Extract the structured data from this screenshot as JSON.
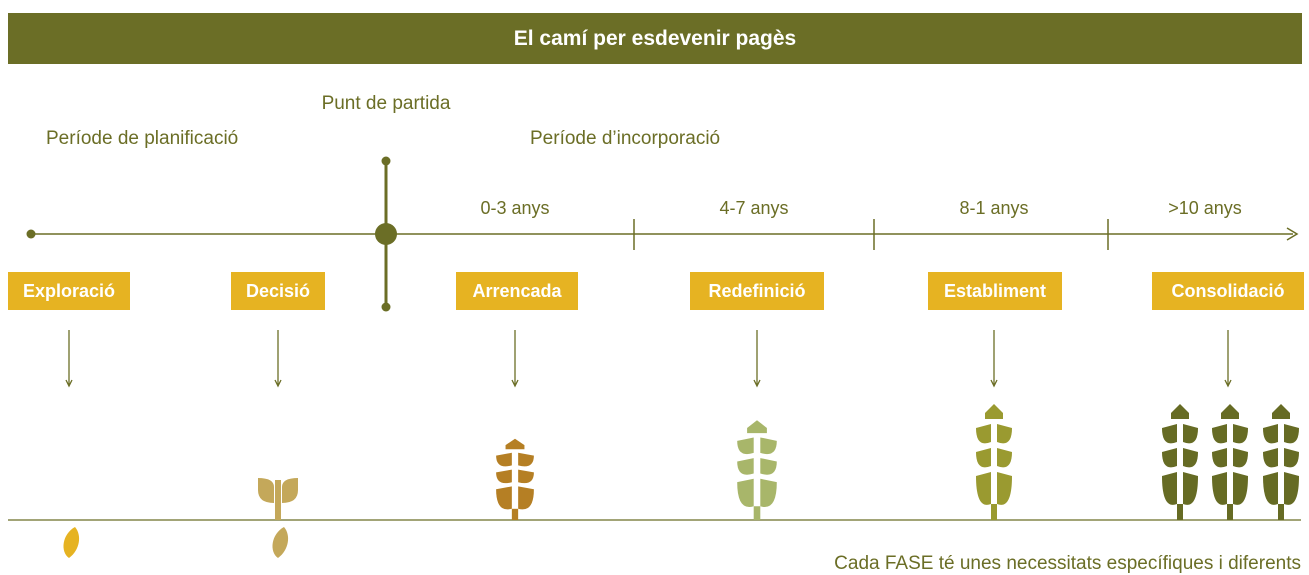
{
  "title": "El camí per esdevenir pagès",
  "labels": {
    "start_point": "Punt de partida",
    "planning_period": "Període de planificació",
    "incorporation_period": "Període d’incorporació"
  },
  "durations": [
    "0-3 anys",
    "4-7 anys",
    "8-1 anys",
    ">10 anys"
  ],
  "phases": [
    "Exploració",
    "Decisió",
    "Arrencada",
    "Redefinició",
    "Establiment",
    "Consolidació"
  ],
  "footer": "Cada FASE té unes necessitats específiques i diferents",
  "colors": {
    "olive": "#6b6e26",
    "phase_box": "#e6b322",
    "seed": "#e6b322",
    "sprout": "#c4a85a",
    "wheat_arrencada": "#b57f24",
    "wheat_redefinicio": "#a8b66a",
    "wheat_establiment": "#9a9a30",
    "wheat_consolidacio": "#666b24"
  }
}
